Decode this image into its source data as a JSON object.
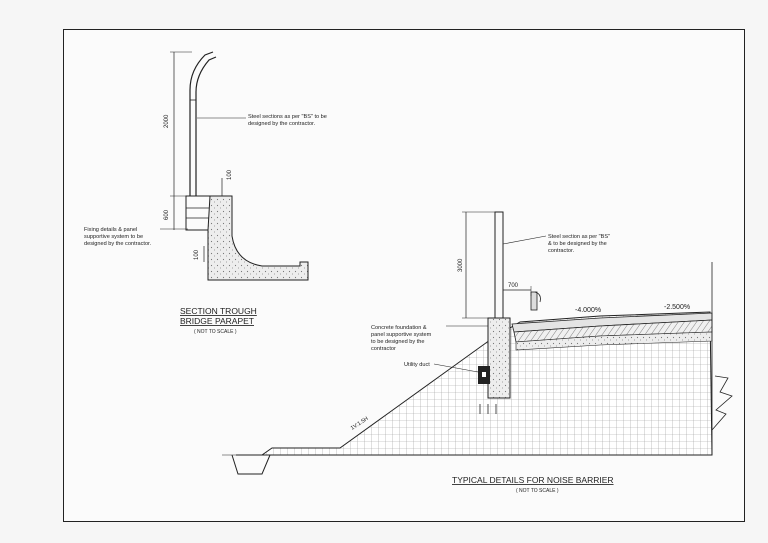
{
  "parapet": {
    "note_steel": [
      "Steel sections as per \"BS\" to be",
      "designed by the contractor."
    ],
    "note_fixing": [
      "Fixing details & panel",
      "supportive system to be",
      "designed  by the contractor."
    ],
    "dim_2000": "2000",
    "dim_100a": "100",
    "dim_600": "600",
    "dim_100b": "100",
    "title_line1": "SECTION TROUGH",
    "title_line2": "BRIDGE PARAPET",
    "scale": "( NOT TO SCALE )"
  },
  "barrier": {
    "note_steel": [
      "Steel section as per \"BS\"",
      "& to be designed by the",
      "contractor."
    ],
    "note_foundation": [
      "Concrete foundation &",
      "panel supportive system",
      "to be designed by the",
      "contractor"
    ],
    "utility_duct": "Utility  duct",
    "dim_3000": "3000",
    "dim_700": "700",
    "slope_a": "-4.000%",
    "slope_b": "-2.500%",
    "embankment": "1V:1.5H",
    "title": "TYPICAL DETAILS FOR NOISE BARRIER",
    "scale": "( NOT TO SCALE )"
  }
}
